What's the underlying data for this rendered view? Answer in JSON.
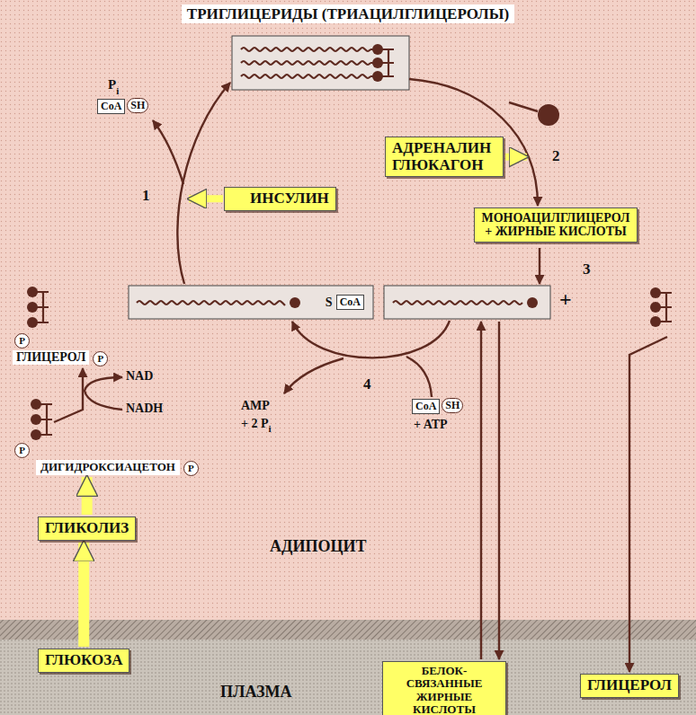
{
  "diagram": {
    "title": "ТРИГЛИЦЕРИДЫ (ТРИАЦИЛГЛИЦЕРОЛЫ)",
    "nodes": [
      {
        "text": [
          "ИНСУЛИН"
        ]
      },
      {
        "text": [
          "АДРЕНАЛИН ГЛЮКАГОН"
        ]
      },
      {
        "text": [
          "МОНОАЦИЛГЛИЦЕРОЛ + ЖИРНЫЕ КИСЛОТЫ"
        ]
      },
      {
        "text": [
          "S"
        ]
      },
      {
        "text": [
          "CoA"
        ],
        "in": 3
      },
      {
        "text": [
          "ДИГИДРОКСИАЦЕТОН"
        ]
      },
      {
        "text": [
          "ГЛИКОЛИЗ"
        ]
      },
      {
        "text": [
          "ГЛЮКОЗА"
        ]
      },
      {
        "text": [
          "БЕЛОК- СВЯЗАННЫЕ ЖИРНЫЕ КИСЛОТЫ"
        ]
      },
      {
        "text": [
          "ГЛИЦЕРОЛ"
        ]
      }
    ],
    "edges": [
      {
        "from": 7,
        "to": 6,
        "arrow": "to"
      },
      {
        "from": 6,
        "to": 5,
        "arrow": "to"
      }
    ],
    "labels": [
      "P",
      "i",
      "CoA",
      "SH",
      "1",
      "2",
      "3",
      "4",
      "P",
      "ГЛИЦЕРОЛ",
      "P",
      "NAD",
      "NADH",
      "P",
      "P",
      "АДИПОЦИТ",
      "AMP",
      "+ 2 P",
      "i",
      "CoA",
      "SH",
      "+ ATP",
      "+",
      "ПЛАЗМА"
    ]
  }
}
